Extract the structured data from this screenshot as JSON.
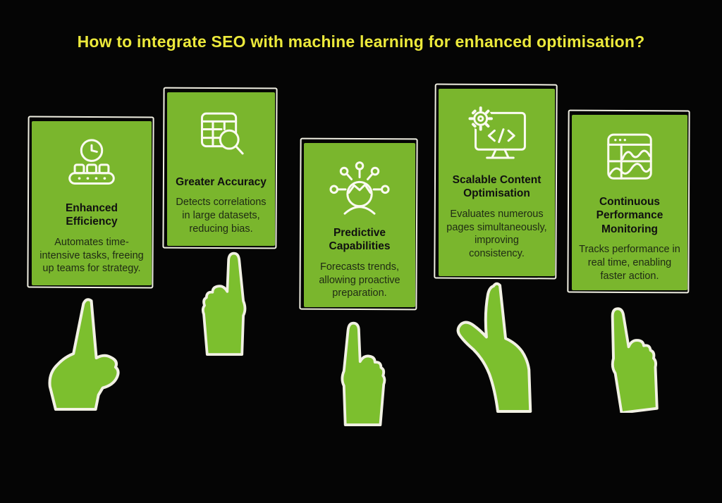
{
  "title": "How to integrate SEO with machine learning for enhanced optimisation?",
  "colors": {
    "background": "#050505",
    "title_yellow": "#ece93b",
    "card_green": "#7ab62d",
    "hand_green": "#7cbf2e",
    "outline_cream": "#f2f1e4",
    "heading_text": "#101010",
    "body_text": "#1f2a14"
  },
  "cards": [
    {
      "heading": "Enhanced Efficiency",
      "body": "Automates time-intensive tasks, freeing up teams for strategy.",
      "icon": "clock-conveyor-icon"
    },
    {
      "heading": "Greater Accuracy",
      "body": "Detects correlations in large datasets, reducing bias.",
      "icon": "table-magnifier-icon"
    },
    {
      "heading": "Predictive Capabilities",
      "body": "Forecasts trends, allowing proactive preparation.",
      "icon": "mind-network-icon"
    },
    {
      "heading": "Scalable Content Optimisation",
      "body": "Evaluates numerous pages simultaneously, improving consistency.",
      "icon": "monitor-gear-code-icon"
    },
    {
      "heading": "Continuous Performance Monitoring",
      "body": "Tracks performance in real time, enabling faster action.",
      "icon": "browser-charts-icon"
    }
  ],
  "hands": [
    "pointing-hand",
    "pointing-hand",
    "pointing-hand",
    "pointing-hand",
    "pointing-hand"
  ]
}
